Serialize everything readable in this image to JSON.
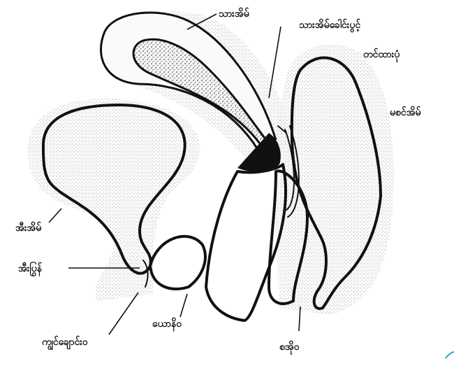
{
  "labels": {
    "bladder": "သားအိမ်",
    "fallopian_tube": "သားအိမ်ခေါင်းပွင့်",
    "vagina_canal": "တင်ထားပုံ",
    "uterus": "မစင်အိမ်",
    "pubic_bone": "အီးအိမ်",
    "urethra_opening": "အီးပြွန်",
    "urethral_orifice": "ကျွင်ချောင်းဝ",
    "vaginal_opening": "ယောနိဝ",
    "anus": "စအိုဝ"
  },
  "colors": {
    "ink": "#111111",
    "paper": "#ffffff",
    "accent_arc": "#2aa6c8"
  }
}
